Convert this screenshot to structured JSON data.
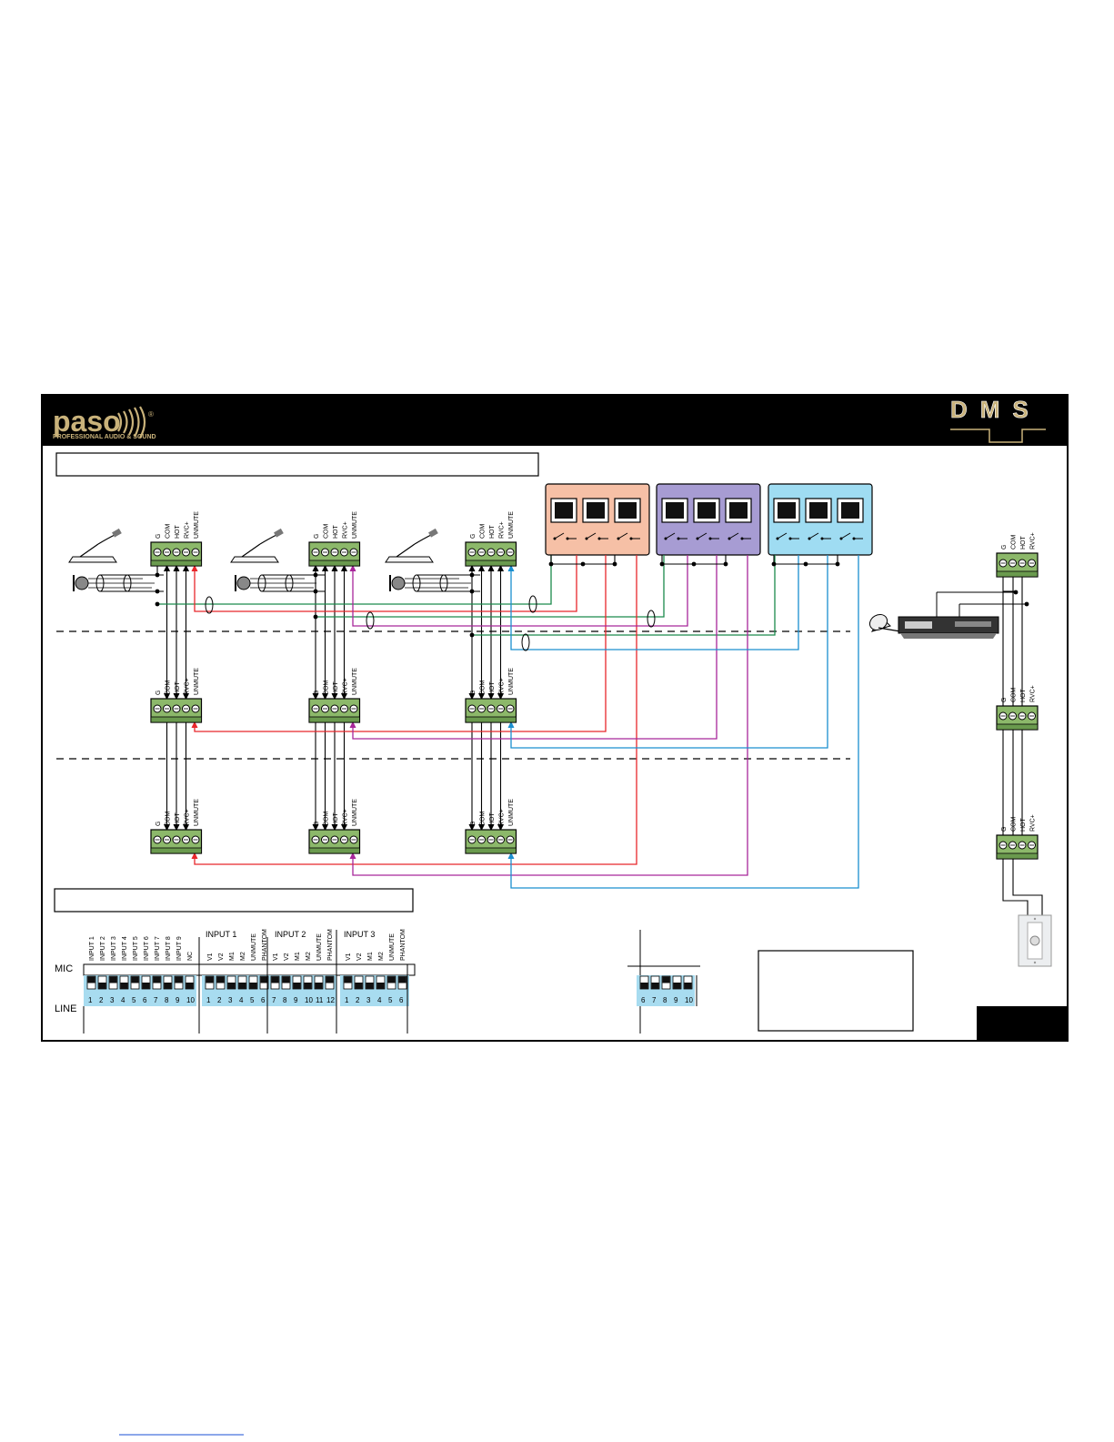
{
  "header": {
    "brand": "paso",
    "tagline": "PROFESSIONAL AUDIO & SOUND",
    "registered": "®",
    "product": "DMS"
  },
  "panels": {
    "wiring_title": "",
    "dip_title": "",
    "note_box": ""
  },
  "terminal_pins": {
    "five": [
      "G",
      "COM",
      "HOT",
      "RVC+",
      "UNMUTE"
    ],
    "four": [
      "G",
      "COM",
      "HOT",
      "RVC+"
    ]
  },
  "dip_switches": {
    "row_labels": {
      "mic": "MIC",
      "line": "LINE"
    },
    "block1": {
      "labels": [
        "INPUT 1",
        "INPUT 2",
        "INPUT 3",
        "INPUT 4",
        "INPUT 5",
        "INPUT 6",
        "INPUT 7",
        "INPUT 8",
        "INPUT 9",
        "NC"
      ],
      "numbers": [
        "1",
        "2",
        "3",
        "4",
        "5",
        "6",
        "7",
        "8",
        "9",
        "10"
      ]
    },
    "block2": {
      "groups": [
        "INPUT 1",
        "INPUT 2"
      ],
      "labels": [
        "V1",
        "V2",
        "M1",
        "M2",
        "UNMUTE",
        "PHANTOM",
        "V1",
        "V2",
        "M1",
        "M2",
        "UNMUTE",
        "PHANTOM"
      ],
      "numbers": [
        "1",
        "2",
        "3",
        "4",
        "5",
        "6",
        "7",
        "8",
        "9",
        "10",
        "11",
        "12"
      ]
    },
    "block3": {
      "group": "INPUT 3",
      "labels": [
        "V1",
        "V2",
        "M1",
        "M2",
        "UNMUTE",
        "PHANTOM"
      ],
      "numbers": [
        "1",
        "2",
        "3",
        "4",
        "5",
        "6"
      ]
    },
    "block4": {
      "numbers": [
        "6",
        "7",
        "8",
        "9",
        "10"
      ]
    }
  },
  "colors": {
    "frame": "#000000",
    "terminal": "#8cb86a",
    "zone1": "#f6c0a6",
    "zone2": "#a79cd3",
    "zone3": "#9fdcf2",
    "dip": "#a8dcf0",
    "red": "#e8262b",
    "green": "#1b8a4c",
    "purple": "#a7279a",
    "blue": "#1a8fcf"
  }
}
